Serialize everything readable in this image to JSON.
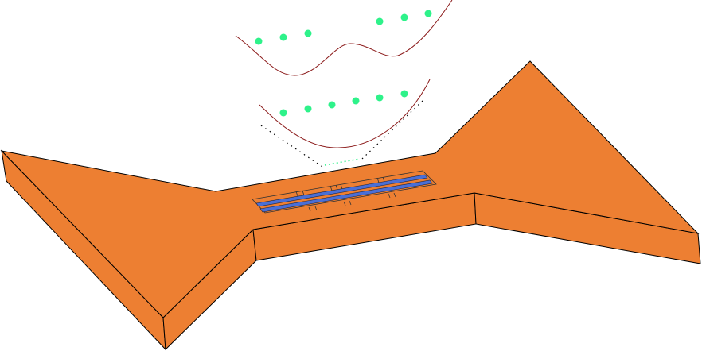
{
  "diagram": {
    "description_free": true,
    "colors": {
      "block_top": "#ed7f32",
      "block_side": "#ed7f32",
      "outline": "#000000",
      "electrode": "#4a6fd6",
      "curve": "#8b1a1a",
      "ion": "#2ef28a",
      "dotted": "#000000",
      "dotted_green": "#2ef28a"
    },
    "icons": {
      "trap_block": "bowtie-slab",
      "electrodes": "striped-electrode-pair",
      "ions": "green-dots",
      "potentials": "red-curves"
    }
  }
}
